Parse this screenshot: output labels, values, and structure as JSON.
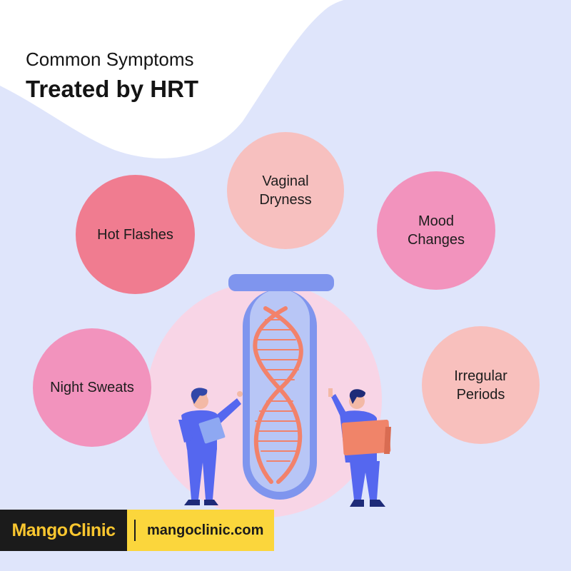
{
  "title": {
    "line1": "Common Symptoms",
    "line2": "Treated by HRT"
  },
  "symptoms": [
    {
      "lines": [
        "Hot Flashes"
      ]
    },
    {
      "lines": [
        "Vaginal",
        "Dryness"
      ]
    },
    {
      "lines": [
        "Mood",
        "Changes"
      ]
    },
    {
      "lines": [
        "Night Sweats"
      ]
    },
    {
      "lines": [
        "Irregular",
        "Periods"
      ]
    }
  ],
  "footer": {
    "brand_part1": "Mango",
    "brand_part2": "Clinic",
    "website": "mangoclinic.com"
  },
  "colors": {
    "background_blob": "#dfe5fb",
    "hot_flashes": "#f07c90",
    "vaginal_dryness": "#f7c0bf",
    "mood_changes": "#f293bd",
    "night_sweats": "#f293bd",
    "irregular_periods": "#f8c0bd",
    "tube": "#7f95ee",
    "dna": "#f2826b",
    "footer_dark": "#1b1b1b",
    "footer_yellow": "#fbd63c"
  },
  "icons": [
    "test-tube-icon",
    "dna-helix-icon",
    "scientist-with-clipboard-icon",
    "scientist-with-folder-icon"
  ]
}
